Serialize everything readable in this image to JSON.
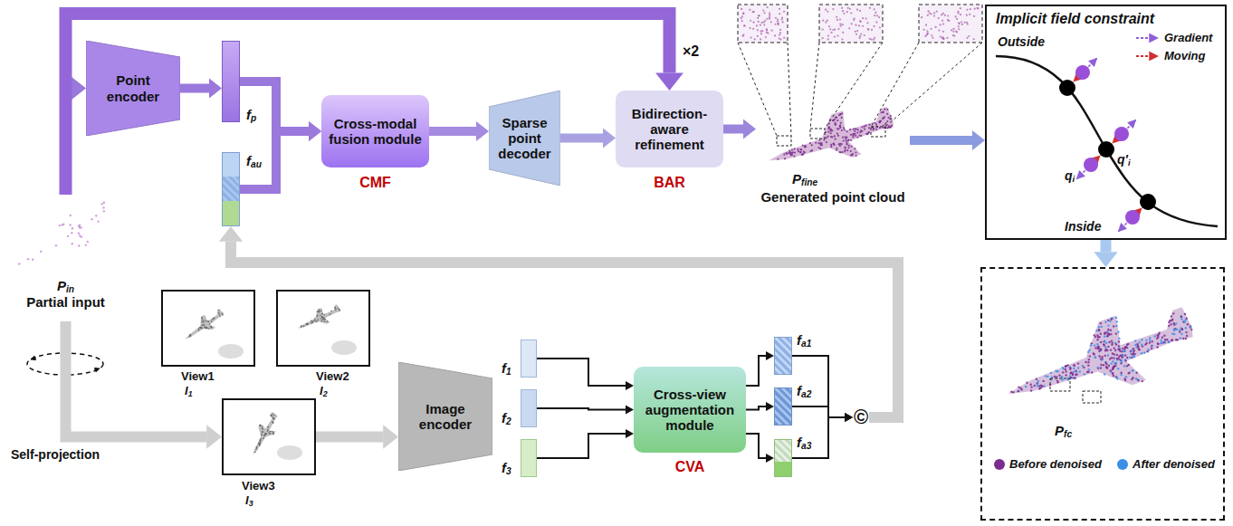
{
  "diagram": {
    "nodes": [
      {
        "text": [
          "Point encoder"
        ]
      },
      {
        "text": [
          "fp"
        ]
      },
      {
        "text": [
          "fau"
        ]
      },
      {
        "text": [
          "Cross-modal fusion module",
          "CMF"
        ]
      },
      {
        "text": [
          "Sparse point decoder"
        ]
      },
      {
        "text": [
          "Bidirection-aware refinement",
          "BAR"
        ]
      },
      {
        "text": [
          "Pfine",
          "Generated point cloud"
        ]
      },
      {
        "text": [
          "Implicit field constraint"
        ]
      },
      {
        "text": [
          "Pfc"
        ]
      },
      {
        "text": [
          "Pin",
          "Partial input"
        ]
      },
      {
        "text": [
          "View1",
          "I1"
        ]
      },
      {
        "text": [
          "View2",
          "I2"
        ]
      },
      {
        "text": [
          "View3",
          "I3"
        ]
      },
      {
        "text": [
          "Image encoder"
        ]
      },
      {
        "text": [
          "f1"
        ]
      },
      {
        "text": [
          "f2"
        ]
      },
      {
        "text": [
          "f3"
        ]
      },
      {
        "text": [
          "Cross-view augmentation module",
          "CVA"
        ]
      },
      {
        "text": [
          "fa1"
        ]
      },
      {
        "text": [
          "fa2"
        ]
      },
      {
        "text": [
          "fa3"
        ]
      },
      {
        "text": [
          "©"
        ]
      }
    ],
    "edges": [
      {
        "from": 9,
        "to": 0,
        "arrow": "to"
      },
      {
        "from": 0,
        "to": 1,
        "arrow": "to"
      },
      {
        "from": 1,
        "to": 3,
        "arrow": "to"
      },
      {
        "from": 2,
        "to": 3,
        "arrow": "to"
      },
      {
        "from": 3,
        "to": 4,
        "arrow": "to"
      },
      {
        "from": 4,
        "to": 5,
        "arrow": "to"
      },
      {
        "from": 5,
        "to": 6,
        "arrow": "to"
      },
      {
        "from": 9,
        "to": 5,
        "label": "×2",
        "arrow": "to"
      },
      {
        "from": 6,
        "to": 7,
        "arrow": "to"
      },
      {
        "from": 7,
        "to": 8,
        "arrow": "to"
      },
      {
        "from": 9,
        "to": 12,
        "arrow": "to"
      },
      {
        "from": 12,
        "to": 13,
        "arrow": "to"
      },
      {
        "from": 14,
        "to": 17,
        "arrow": "to"
      },
      {
        "from": 15,
        "to": 17,
        "arrow": "to"
      },
      {
        "from": 16,
        "to": 17,
        "arrow": "to"
      },
      {
        "from": 17,
        "to": 18,
        "arrow": "to"
      },
      {
        "from": 17,
        "to": 19,
        "arrow": "to"
      },
      {
        "from": 17,
        "to": 20,
        "arrow": "to"
      },
      {
        "from": 18,
        "to": 21,
        "arrow": "to"
      },
      {
        "from": 19,
        "to": 21,
        "arrow": "to"
      },
      {
        "from": 20,
        "to": 21,
        "arrow": "to"
      },
      {
        "from": 21,
        "to": 2,
        "arrow": "to"
      }
    ],
    "labels": [
      "Self-projection",
      "Outside",
      "Inside",
      "q'i",
      "qi"
    ],
    "legend": [
      {
        "text": "Gradient"
      },
      {
        "text": "Moving"
      },
      {
        "text": "Before denoised",
        "color": "#7b2d8e"
      },
      {
        "text": "After denoised",
        "color": "#3b8fe6"
      }
    ]
  }
}
